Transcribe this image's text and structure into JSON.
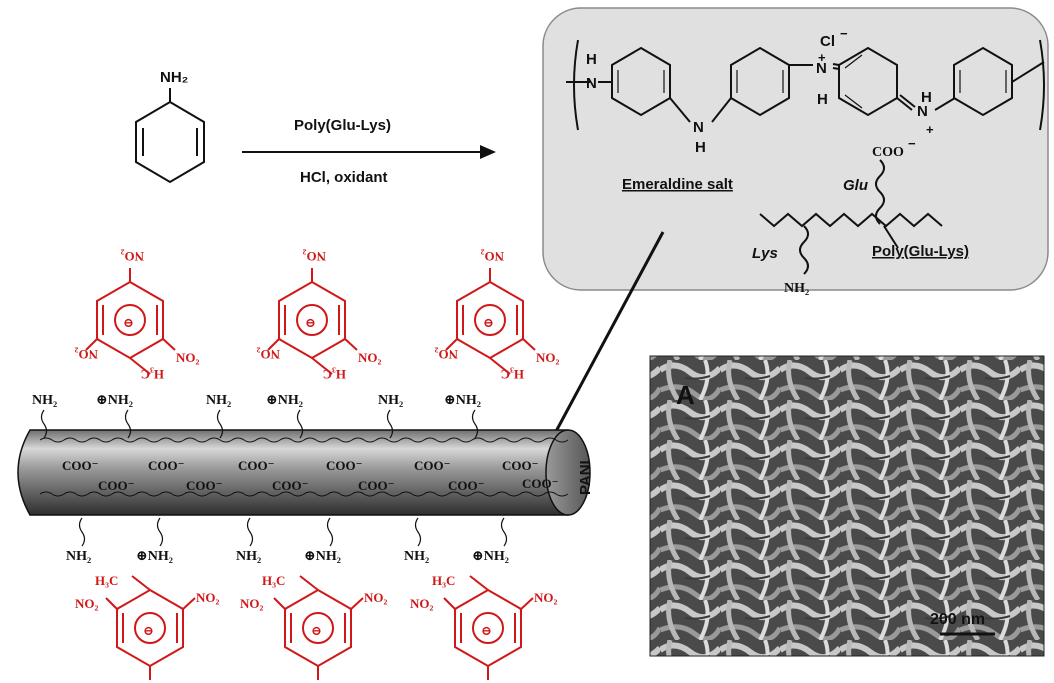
{
  "reaction": {
    "reagent_top": "Poly(Glu-Lys)",
    "reagent_bottom": "HCl, oxidant",
    "aniline_group": "NH₂"
  },
  "polymer_box": {
    "chloride": "Cl",
    "chloride_charge": "−",
    "n_plus": "+",
    "n_plus_right": "+",
    "h_left": "H",
    "n_left": "N",
    "h_mid": "H",
    "n_mid": "N",
    "n_imine": "N",
    "h_imine": "H",
    "n_right": "N",
    "h_right": "H",
    "carboxylate": "COO",
    "carboxylate_charge": "−",
    "emeraldine_label": "Emeraldine salt",
    "glu_label": "Glu",
    "lys_label": "Lys",
    "amine": "NH₂",
    "copolymer_label": "Poly(Glu-Lys)"
  },
  "nanofiber": {
    "label": "PANI",
    "carboxylates": [
      "COO⁻",
      "COO⁻",
      "COO⁻",
      "COO⁻",
      "COO⁻",
      "COO⁻",
      "COO⁻",
      "COO⁻",
      "COO⁻",
      "COO⁻",
      "COO⁻",
      "COO⁻"
    ],
    "amine_top": "NH₂",
    "ammonium_top": "⊕NH₂",
    "amine_bottom": "NH₂",
    "ammonium_bottom": "⊕NH₂"
  },
  "tnt_complex": {
    "nitro": "NO₂",
    "nitro_flipped": "ᴼN₂",
    "methyl": "H₃C",
    "ring_charge": "⊖"
  },
  "sem": {
    "panel_label": "A",
    "scale_bar": "200 nm"
  },
  "colors": {
    "box_fill": "#e0e0e0",
    "box_stroke": "#8a8a8a",
    "tnt_red": "#d01818",
    "fiber_dark": "#3c3c3c",
    "fiber_light": "#cfcfcf"
  }
}
